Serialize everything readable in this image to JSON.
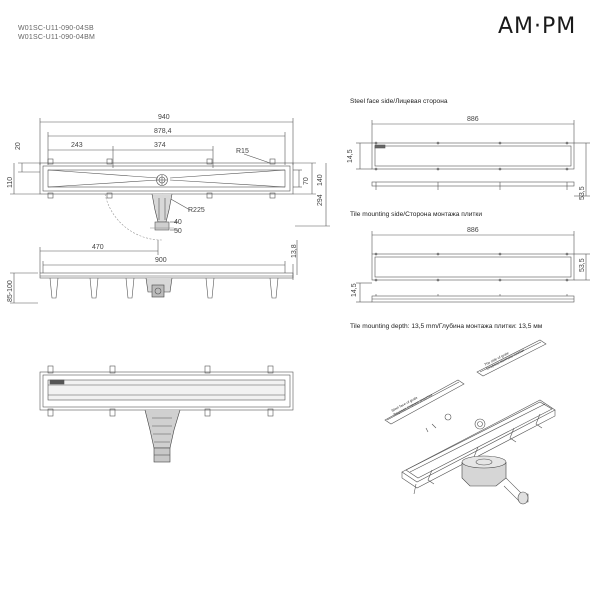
{
  "header": {
    "code_1": "W01SC-U11-090-04SB",
    "code_2": "W01SC-U11-090-04BM",
    "logo": "AM·PM"
  },
  "front_view": {
    "dim_940": "940",
    "dim_878_4": "878,4",
    "dim_243": "243",
    "dim_374": "374",
    "dim_r15": "R15",
    "dim_20": "20",
    "dim_110": "110",
    "dim_70": "70",
    "dim_140": "140",
    "dim_294": "294",
    "dim_r225": "R225",
    "dim_40": "40",
    "dim_50": "50",
    "dim_470": "470",
    "dim_900": "900",
    "dim_13_8": "13,8",
    "dim_85_100": "85-100"
  },
  "steel_face": {
    "title": "Steel face side/Лицевая сторона",
    "dim_886": "886",
    "dim_14_5": "14,5",
    "dim_53_5": "53,5"
  },
  "tile_side": {
    "title": "Tile mounting side/Сторона монтажа плитки",
    "dim_886": "886",
    "dim_53_5": "53,5",
    "dim_14_5": "14,5"
  },
  "tile_depth": {
    "title": "Tile mounting depth: 13,5 mm/Глубина монтажа плитки: 13,5 мм"
  },
  "isometric": {
    "label_tile": "The side of grate",
    "label_tile_ru": "Сторона монтажа плитки",
    "label_steel": "Steel face of grate",
    "label_steel_ru": "Лицевая сторона решетки"
  }
}
